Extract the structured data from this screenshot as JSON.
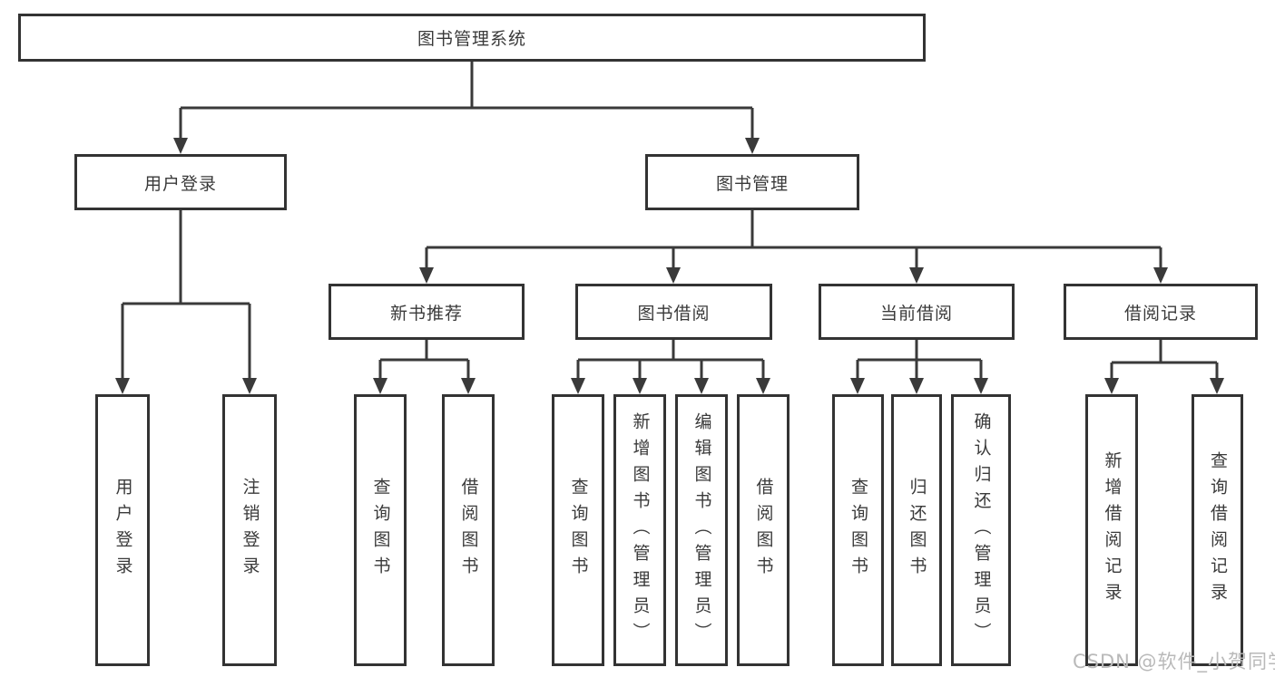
{
  "diagram_title": "图书管理系统",
  "colors": {
    "line": "#3a3a3a",
    "box_border": "#333333",
    "text": "#3a3a3a",
    "watermark": "#b9b9b9",
    "background": "#ffffff"
  },
  "tree": {
    "root": {
      "label": "图书管理系统"
    },
    "branches": [
      {
        "label": "用户登录",
        "children": [
          {
            "label": "用户登录"
          },
          {
            "label": "注销登录"
          }
        ]
      },
      {
        "label": "图书管理",
        "children": [
          {
            "label": "新书推荐",
            "children": [
              {
                "label": "查询图书"
              },
              {
                "label": "借阅图书"
              }
            ]
          },
          {
            "label": "图书借阅",
            "children": [
              {
                "label": "查询图书"
              },
              {
                "label": "新增图书（管理员）"
              },
              {
                "label": "编辑图书（管理员）"
              },
              {
                "label": "借阅图书"
              }
            ]
          },
          {
            "label": "当前借阅",
            "children": [
              {
                "label": "查询图书"
              },
              {
                "label": "归还图书"
              },
              {
                "label": "确认归还（管理员）"
              }
            ]
          },
          {
            "label": "借阅记录",
            "children": [
              {
                "label": "新增借阅记录"
              },
              {
                "label": "查询借阅记录"
              }
            ]
          }
        ]
      }
    ]
  },
  "watermark": "CSDN @软件_小贺同学"
}
